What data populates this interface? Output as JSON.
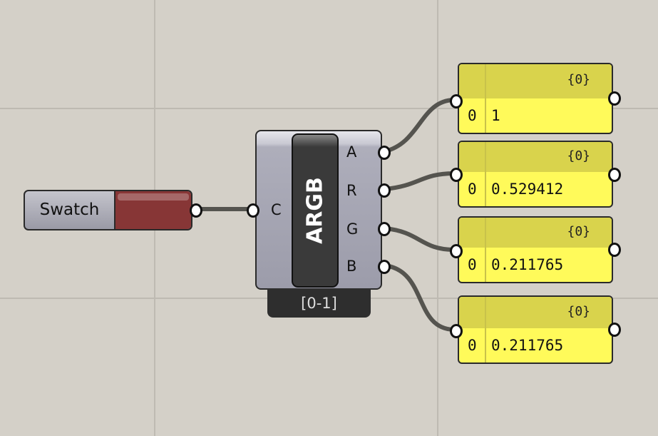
{
  "swatch": {
    "label": "Swatch",
    "color": "#873636"
  },
  "component": {
    "name": "ARGB",
    "input": "C",
    "outputs": [
      "A",
      "R",
      "G",
      "B"
    ],
    "footer": "[0-1]"
  },
  "panels": [
    {
      "header": "{0}",
      "index": "0",
      "value": "1"
    },
    {
      "header": "{0}",
      "index": "0",
      "value": "0.529412"
    },
    {
      "header": "{0}",
      "index": "0",
      "value": "0.211765"
    },
    {
      "header": "{0}",
      "index": "0",
      "value": "0.211765"
    }
  ]
}
